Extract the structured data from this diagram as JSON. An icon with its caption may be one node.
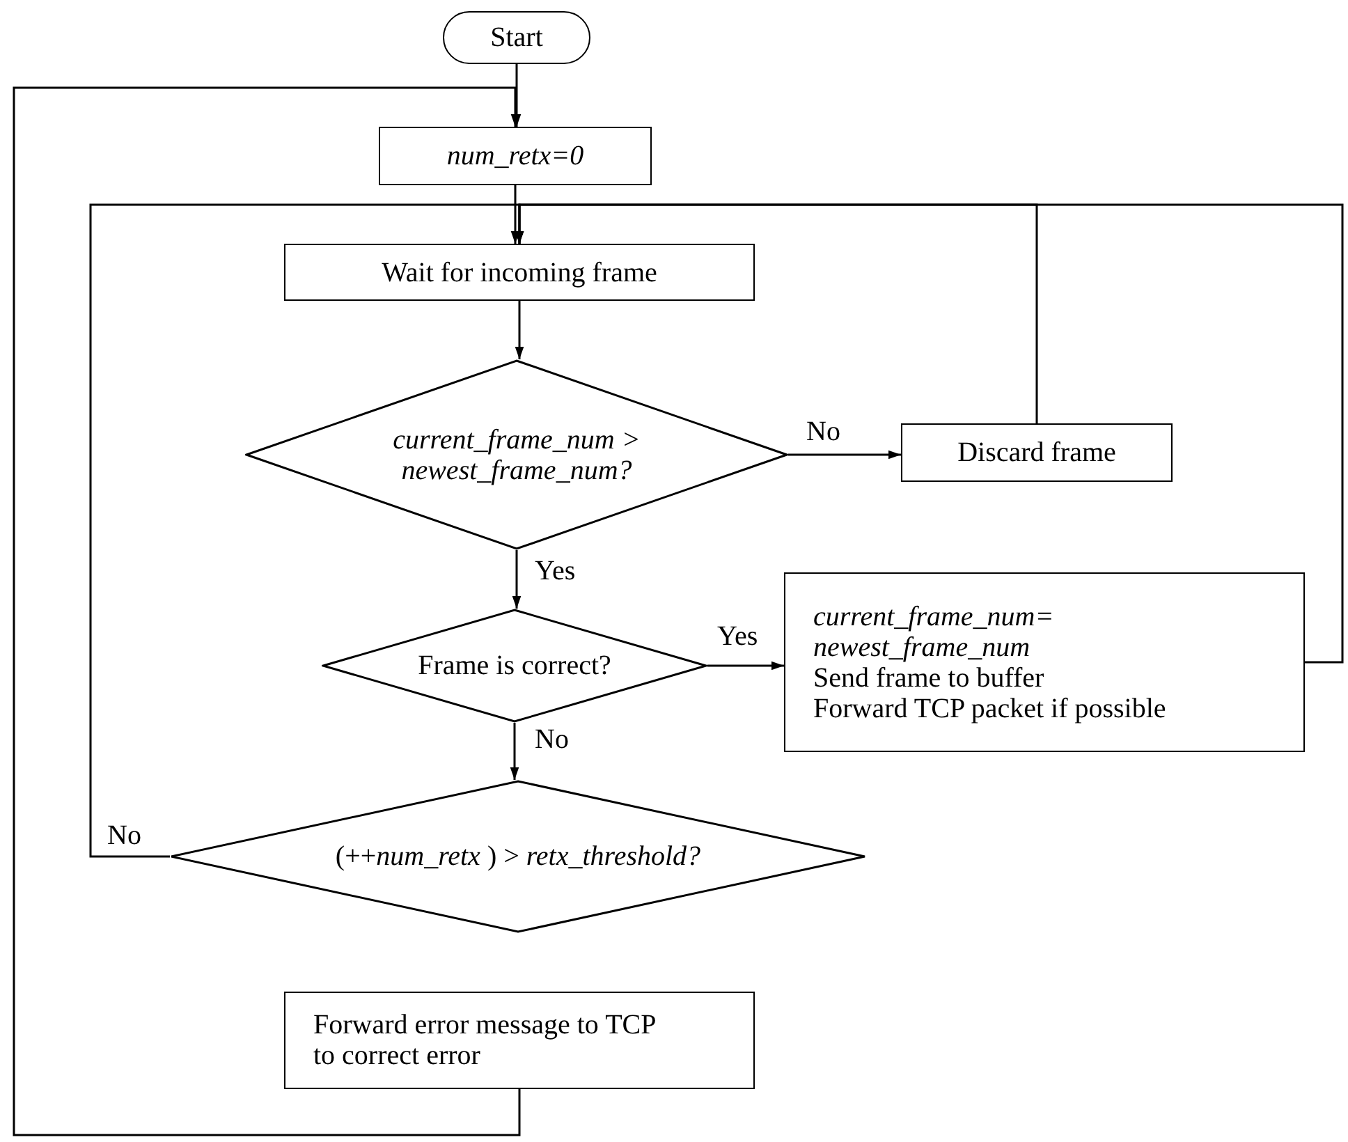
{
  "diagram": {
    "nodes": [
      {
        "text": [
          "Start"
        ]
      },
      {
        "text": [
          "num_retx=0"
        ]
      },
      {
        "text": [
          "Wait for incoming frame"
        ]
      },
      {
        "text": [
          "current_frame_num > newest_frame_num?"
        ]
      },
      {
        "text": [
          "Discard frame"
        ]
      },
      {
        "text": [
          "Frame is correct?"
        ]
      },
      {
        "text": [
          "current_frame_num= newest_frame_num",
          "Send frame to buffer",
          "Forward TCP packet if possible"
        ]
      },
      {
        "text": [
          "(++*num_retx* ) > *retx_threshold?*"
        ]
      },
      {
        "text": [
          "Forward error message to TCP to correct error"
        ]
      }
    ],
    "edges": [
      {
        "from": 0,
        "to": 1,
        "arrow": "to"
      },
      {
        "from": 1,
        "to": 2,
        "arrow": "to"
      },
      {
        "from": 2,
        "to": 3,
        "arrow": "to"
      },
      {
        "from": 3,
        "to": 4,
        "arrow": "to",
        "label": "No"
      },
      {
        "from": 3,
        "to": 5,
        "arrow": "to",
        "label": "Yes"
      },
      {
        "from": 5,
        "to": 6,
        "arrow": "to",
        "label": "Yes"
      },
      {
        "from": 5,
        "to": 7,
        "arrow": "to",
        "label": "No"
      },
      {
        "from": 7,
        "to": 2,
        "arrow": "to",
        "label": "No"
      },
      {
        "from": 8,
        "to": 1,
        "arrow": "to"
      },
      {
        "from": 4,
        "to": 2,
        "arrow": "to"
      },
      {
        "from": 6,
        "to": 2,
        "arrow": "to"
      }
    ]
  }
}
